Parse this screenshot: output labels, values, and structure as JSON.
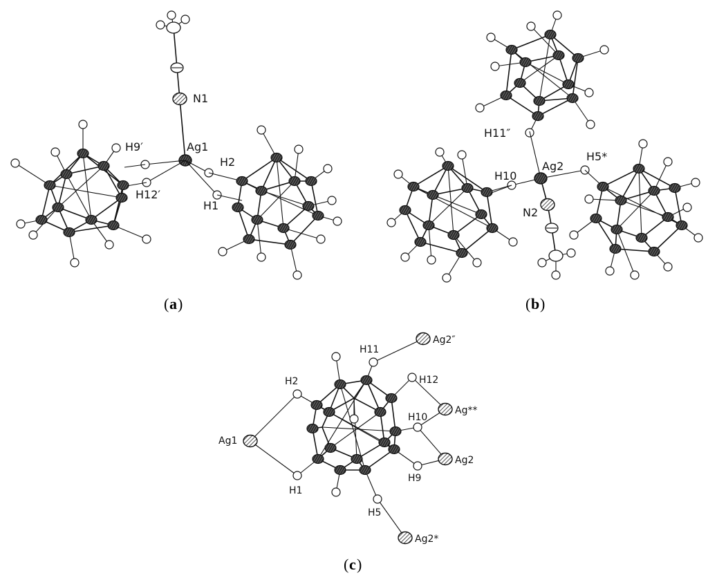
{
  "panels": {
    "a": {
      "caption": "a",
      "labels": {
        "n1": "N1",
        "ag1": "Ag1",
        "h9p": "H9′",
        "h12p": "H12′",
        "h2": "H2",
        "h1": "H1"
      }
    },
    "b": {
      "caption": "b",
      "labels": {
        "h11pp": "H11″",
        "ag2": "Ag2",
        "h5s": "H5*",
        "h10": "H10",
        "n2": "N2"
      }
    },
    "c": {
      "caption": "c",
      "labels": {
        "ag2pp": "Ag2″",
        "h11": "H11",
        "h12": "H12",
        "h2": "H2",
        "agss": "Ag**",
        "h10": "H10",
        "ag1": "Ag1",
        "ag2": "Ag2",
        "h9": "H9",
        "h1": "H1",
        "h5": "H5",
        "ag2s": "Ag2*"
      }
    }
  }
}
